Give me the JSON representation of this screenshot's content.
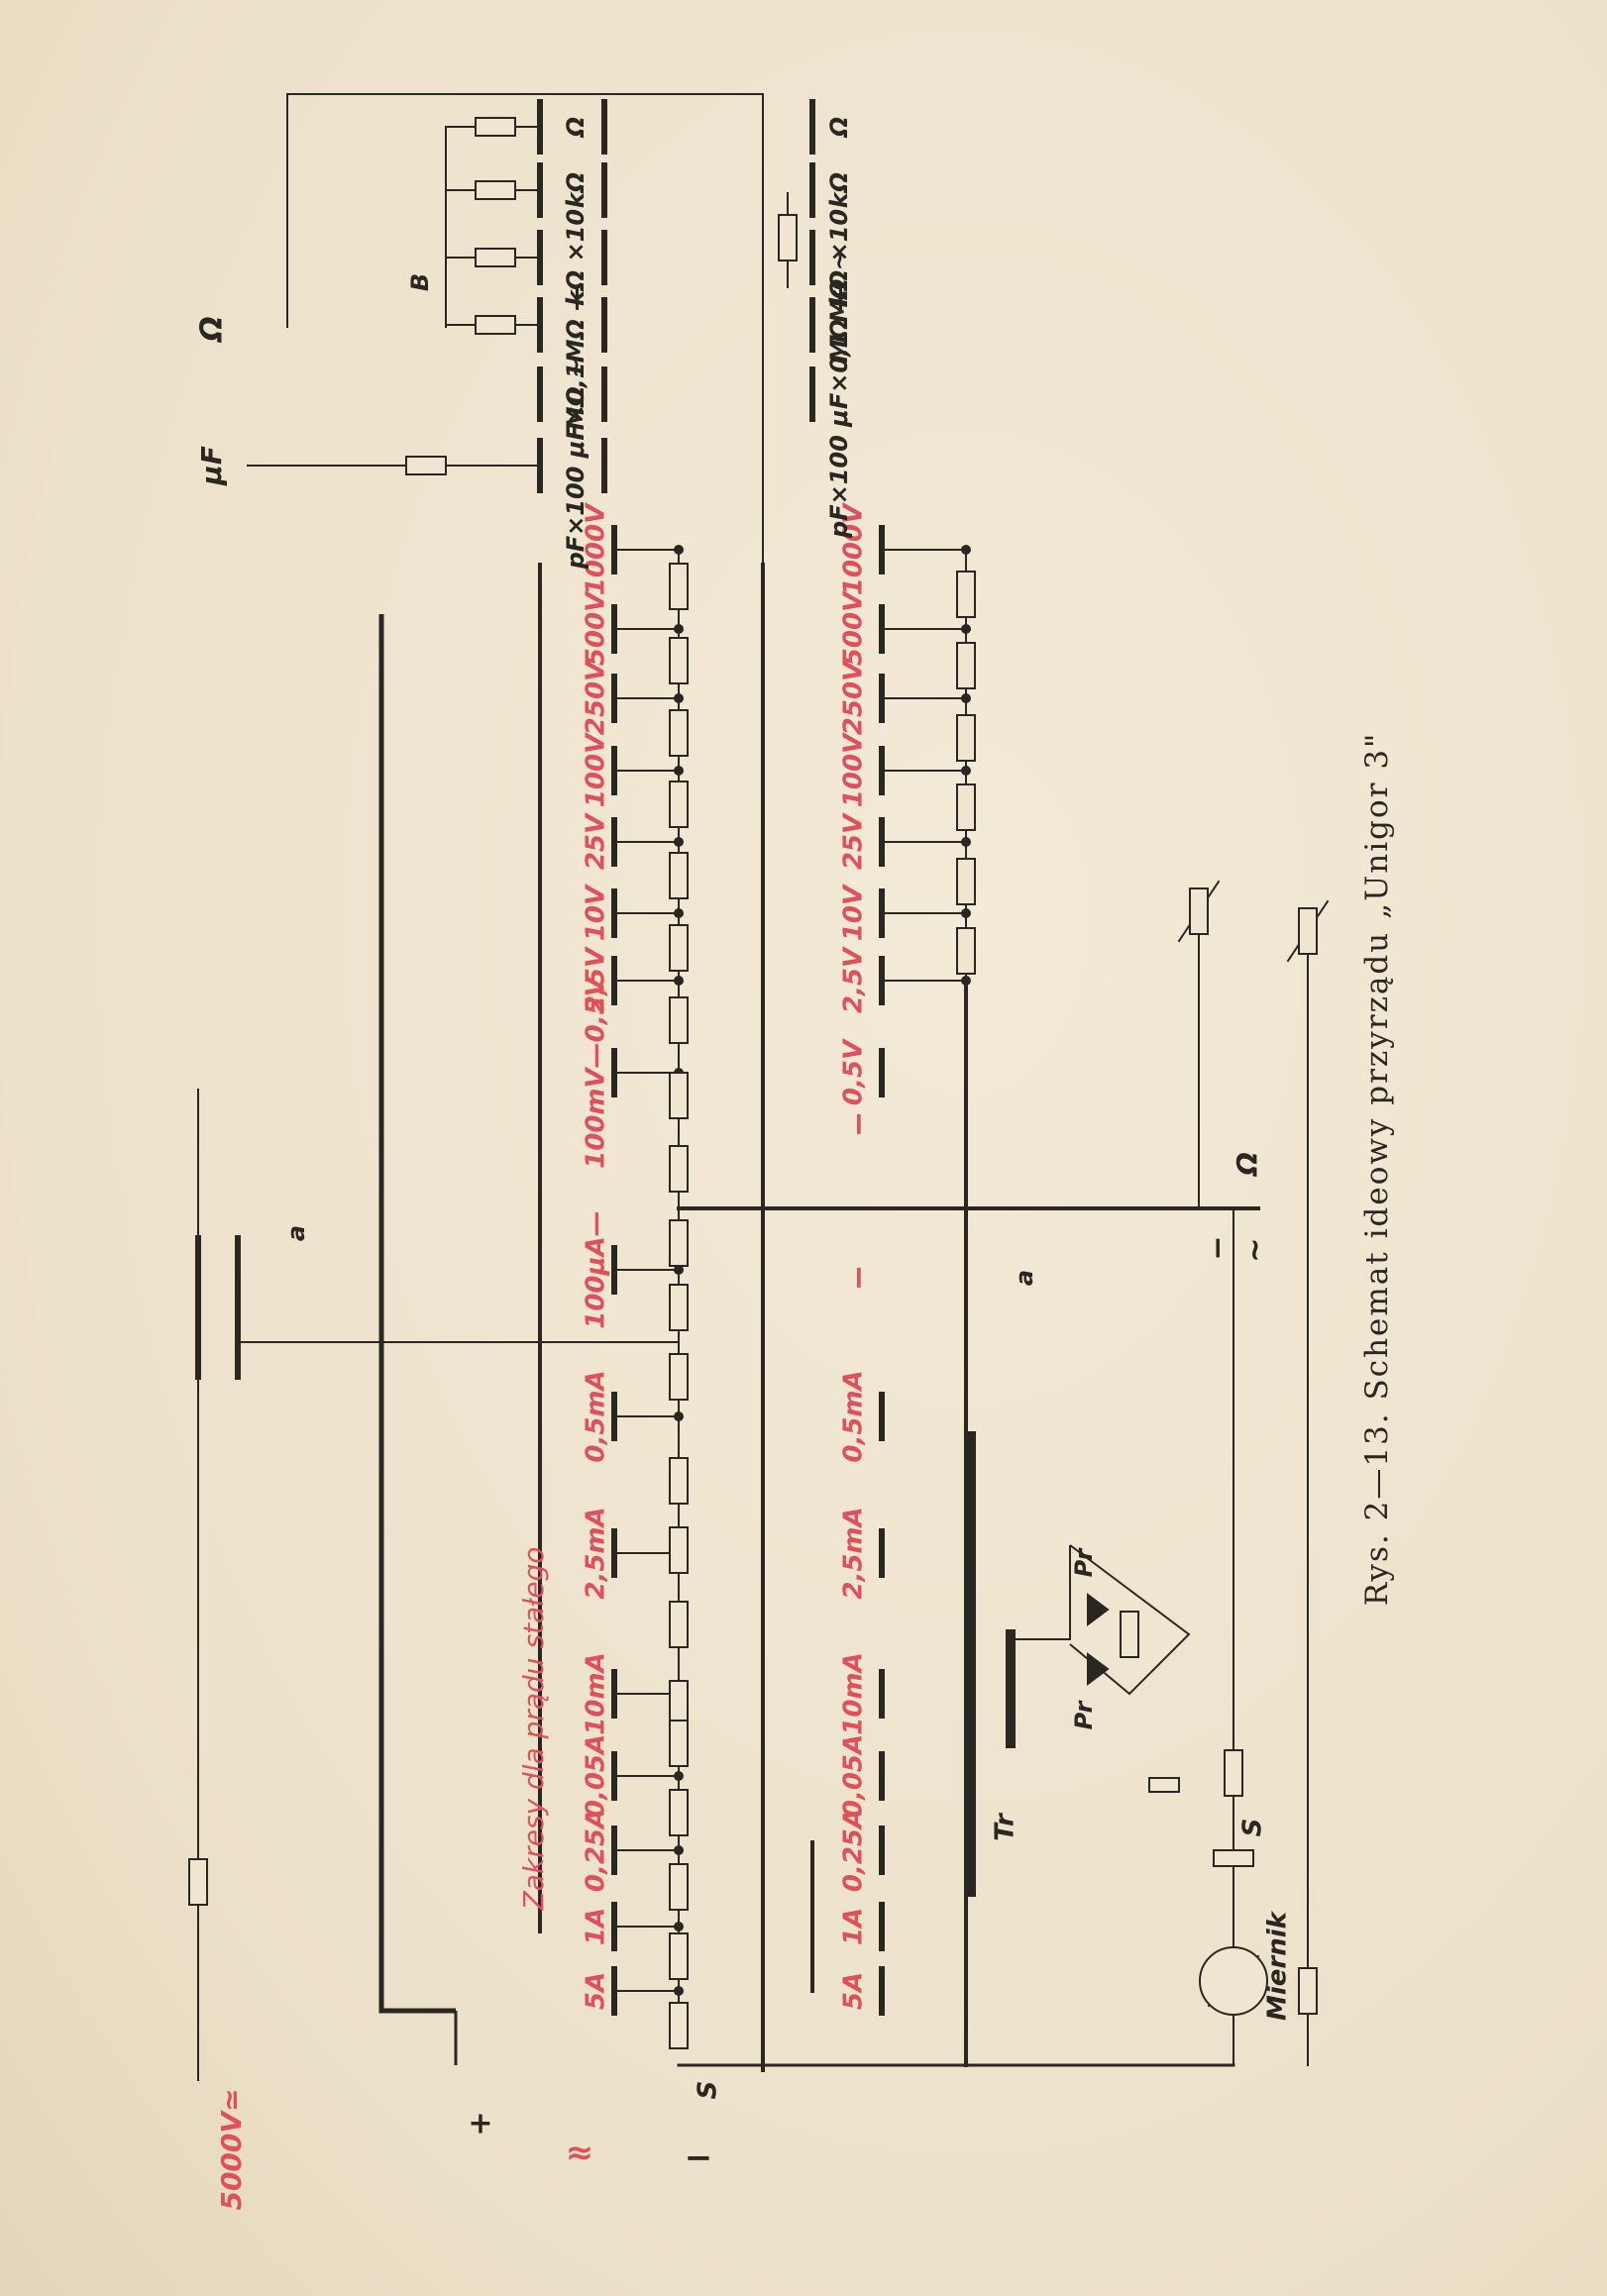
{
  "figure": {
    "caption": "Rys. 2—13. Schemat ideowy przyrządu „Unigor 3\"",
    "colors": {
      "ink": "#2a2622",
      "red": "#e0505a",
      "paper": "#efe5d0"
    }
  },
  "labels": {
    "dc_ranges_title": "Zakresy dla prądu stałego",
    "terminal_5000": "5000V≃",
    "terminal_plus": "+",
    "terminal_ac": "≈",
    "terminal_minus": "−",
    "terminal_ohm": "Ω",
    "terminal_uf": "μF",
    "switch_s": "S",
    "switch_s2": "S",
    "battery_b": "B",
    "transformer": "Tr",
    "meter": "Miernik",
    "rectifier_1": "Pr",
    "rectifier_2": "Pr",
    "mode_minus": "−",
    "mode_ohm": "Ω",
    "mode_ac": "~",
    "arrow_a1": "a",
    "arrow_a2": "a",
    "dash_minus1": "−",
    "dash_minus2": "−"
  },
  "top_ranges": [
    "1000V",
    "500V",
    "250V",
    "100V",
    "25V",
    "10V",
    "2,5V",
    "100mV—0,5V",
    "100μA—",
    "0,5mA",
    "2,5mA",
    "10mA",
    "0,05A",
    "0,25A",
    "1A",
    "5A"
  ],
  "bottom_ranges": [
    "1000V",
    "500V",
    "250V",
    "100V",
    "25V",
    "10V",
    "2,5V",
    "0,5V",
    "0,5mA",
    "2,5mA",
    "10mA",
    "0,05A",
    "0,25A",
    "1A",
    "5A"
  ],
  "ohm_top_ranges": [
    "Ω",
    "kΩ",
    "kΩ ×10",
    "MΩ —",
    "MΩ ~",
    "pF×100 μF×0,1"
  ],
  "ohm_bottom_ranges": [
    "Ω",
    "kΩ",
    "kΩ ×10",
    "MΩ —",
    "pF×100 μF×0,1 MΩ ~"
  ]
}
